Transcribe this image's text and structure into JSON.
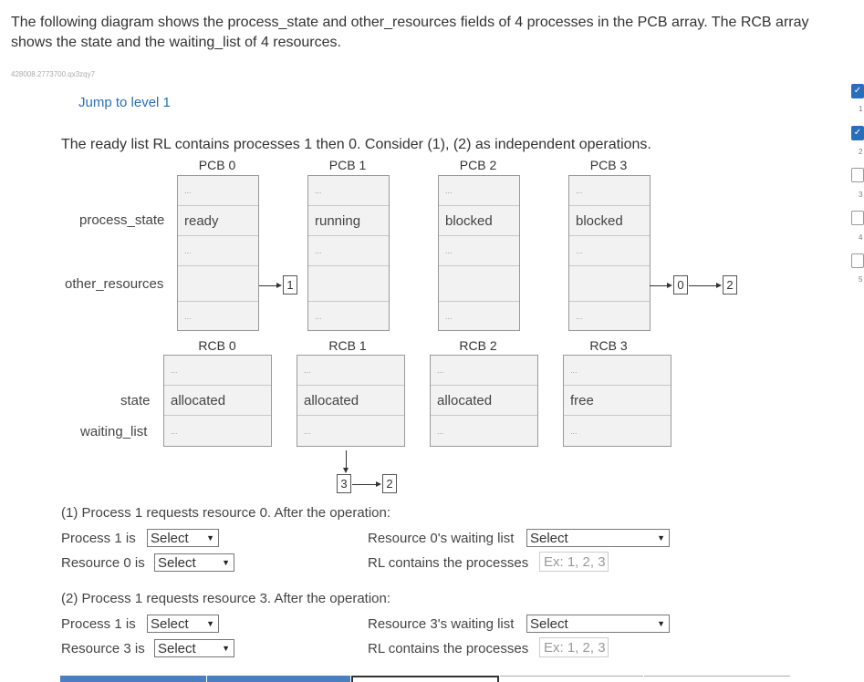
{
  "intro": "The following diagram shows the process_state and other_resources fields of 4 processes in the PCB array. The RCB array shows the state and the waiting_list of 4 resources.",
  "question_id": "428008.2773700.qx3zqy7",
  "jump_link": "Jump to level 1",
  "description": "The ready list RL contains processes 1 then 0. Consider (1), (2) as independent operations.",
  "pcb": {
    "headers": [
      "PCB 0",
      "PCB 1",
      "PCB 2",
      "PCB 3"
    ],
    "row_labels": {
      "process_state": "process_state",
      "other_resources": "other_resources"
    },
    "dots": "...",
    "states": [
      "ready",
      "running",
      "blocked",
      "blocked"
    ],
    "other_resources_lists": {
      "pcb0": [
        "1"
      ],
      "pcb3": [
        "0",
        "2"
      ]
    }
  },
  "rcb": {
    "headers": [
      "RCB 0",
      "RCB 1",
      "RCB 2",
      "RCB 3"
    ],
    "row_labels": {
      "state": "state",
      "waiting_list": "waiting_list"
    },
    "dots": "...",
    "states": [
      "allocated",
      "allocated",
      "allocated",
      "free"
    ],
    "waiting_lists": {
      "rcb1": [
        "3",
        "2"
      ]
    }
  },
  "part1": {
    "title": "(1) Process 1 requests resource 0. After the operation:",
    "process_label": "Process 1 is",
    "resource_label": "Resource 0 is",
    "waiting_label": "Resource 0's waiting list",
    "rl_label": "RL contains the processes",
    "select_text": "Select",
    "placeholder": "Ex: 1, 2, 3"
  },
  "part2": {
    "title": "(2) Process 1 requests resource 3. After the operation:",
    "process_label": "Process 1 is",
    "resource_label": "Resource 3 is",
    "waiting_label": "Resource 3's waiting list",
    "rl_label": "RL contains the processes",
    "select_text": "Select",
    "placeholder": "Ex: 1, 2, 3"
  },
  "sidebar": {
    "levels": [
      "1",
      "2",
      "3",
      "4",
      "5"
    ],
    "completed": [
      true,
      true,
      false,
      false,
      false
    ],
    "check_glyph": "✓"
  },
  "colors": {
    "accent": "#2a6ebb",
    "cell_bg": "#f2f2f2"
  }
}
